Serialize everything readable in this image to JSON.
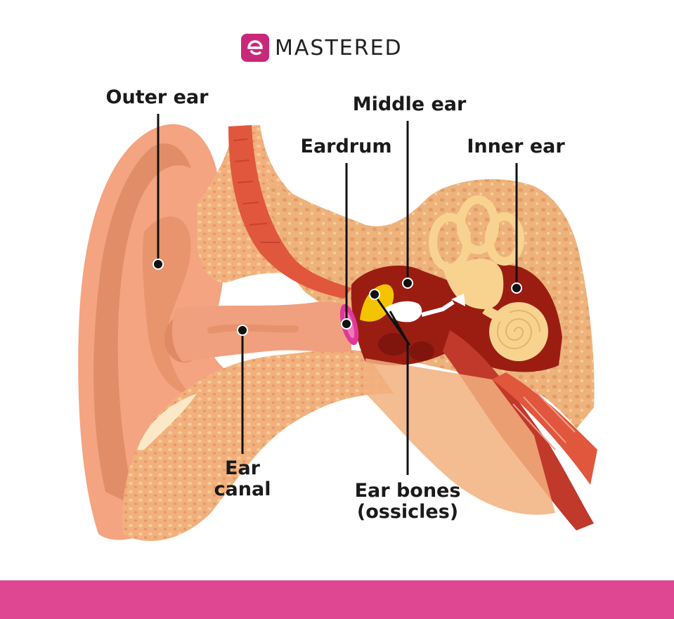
{
  "brand": {
    "name": "MASTERED",
    "accent": "#d6408a"
  },
  "labels": {
    "outer_ear": "Outer ear",
    "middle_ear": "Middle ear",
    "eardrum": "Eardrum",
    "inner_ear": "Inner ear",
    "ear_canal_line1": "Ear",
    "ear_canal_line2": "canal",
    "ear_bones_line1": "Ear bones",
    "ear_bones_line2": "(ossicles)"
  },
  "colors": {
    "skin": "#f4a481",
    "skin_dark": "#d9845e",
    "bone": "#eeb27c",
    "bone_dots": "#f7d49a",
    "muscle": "#e0573d",
    "cavity": "#9b1d12",
    "inner_ear": "#f8d38f",
    "eardrum": "#e0389a",
    "ossicle": "#f5c400",
    "footer": "#df4793"
  }
}
